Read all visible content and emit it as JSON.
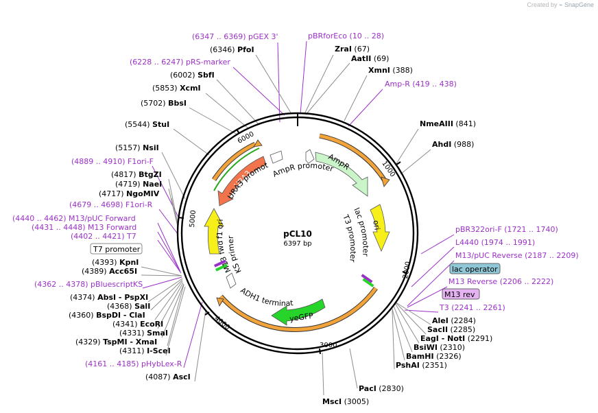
{
  "credit": {
    "prefix": "Created by",
    "brand": "SnapGene"
  },
  "plasmid": {
    "name": "pCL10",
    "length_label": "6397 bp",
    "length": 6397
  },
  "ticks": [
    "1000",
    "2000",
    "3000",
    "4000",
    "5000",
    "6000"
  ],
  "colors": {
    "enzyme": "#000000",
    "primer": "#9b30c8",
    "backbone": "#000000",
    "feature_line": "#8c8c8c",
    "primer_line": "#9b30c8",
    "orange": "#f2a33a",
    "ampr": "#c9f5c9",
    "ori": "#f7ef1a",
    "yegfp": "#27d42a",
    "ura3": "#f2744c",
    "f1ori": "#f7ef1a",
    "lac_operator": "#8fc7d6",
    "m13rev": "#e6b3f2"
  },
  "labels": [
    {
      "id": "pgex3",
      "kind": "primer",
      "text": "(6347 .. 6369)  pGEX 3'"
    },
    {
      "id": "pbrforeco",
      "kind": "primer",
      "text": "pBRforEco      (10 .. 28)"
    },
    {
      "id": "pfoi",
      "kind": "enzyme",
      "pos": "(6346)",
      "name": "PfoI"
    },
    {
      "id": "zrai",
      "kind": "enzyme",
      "pos": "(67)",
      "name": "ZraI"
    },
    {
      "id": "aatii",
      "kind": "enzyme",
      "pos": "(69)",
      "name": "AatII"
    },
    {
      "id": "pers",
      "kind": "primer",
      "text": "(6228 .. 6247)  pRS-marker"
    },
    {
      "id": "xmni",
      "kind": "enzyme",
      "pos": "(388)",
      "name": "XmnI"
    },
    {
      "id": "sbfi",
      "kind": "enzyme",
      "pos": "(6002)",
      "name": "SbfI"
    },
    {
      "id": "ampr_p",
      "kind": "primer",
      "text": "Amp-R     (419 .. 438)"
    },
    {
      "id": "xcmi",
      "kind": "enzyme",
      "pos": "(5853)",
      "name": "XcmI"
    },
    {
      "id": "bbsi",
      "kind": "enzyme",
      "pos": "(5702)",
      "name": "BbsI"
    },
    {
      "id": "nmeaiii",
      "kind": "enzyme",
      "pos": "(841)",
      "name": "NmeAIII"
    },
    {
      "id": "stui",
      "kind": "enzyme",
      "pos": "(5544)",
      "name": "StuI"
    },
    {
      "id": "ahdi",
      "kind": "enzyme",
      "pos": "(988)",
      "name": "AhdI"
    },
    {
      "id": "nsii",
      "kind": "enzyme",
      "pos": "(5157)",
      "name": "NsiI"
    },
    {
      "id": "f1orif",
      "kind": "primer",
      "text": "(4889 .. 4910)  F1ori-F"
    },
    {
      "id": "btgzi",
      "kind": "enzyme",
      "pos": "(4817)",
      "name": "BtgZI"
    },
    {
      "id": "naei",
      "kind": "enzyme",
      "pos": "(4719)",
      "name": "NaeI"
    },
    {
      "id": "ngomiv",
      "kind": "enzyme",
      "pos": "(4717)",
      "name": "NgoMIV"
    },
    {
      "id": "f1orir",
      "kind": "primer",
      "text": "(4679 .. 4698)  F1ori-R"
    },
    {
      "id": "m13puf",
      "kind": "primer",
      "text": "(4440 .. 4462)  M13/pUC Forward"
    },
    {
      "id": "m13f",
      "kind": "primer",
      "text": "(4431 .. 4448)  M13 Forward"
    },
    {
      "id": "t7",
      "kind": "primer",
      "text": "(4402 .. 4421)  T7"
    },
    {
      "id": "kpni",
      "kind": "enzyme",
      "pos": "(4393)",
      "name": "KpnI"
    },
    {
      "id": "acc65i",
      "kind": "enzyme",
      "pos": "(4389)",
      "name": "Acc65I"
    },
    {
      "id": "pblue",
      "kind": "primer",
      "text": "(4362 .. 4378)  pBluescriptKS"
    },
    {
      "id": "absi",
      "kind": "enzyme",
      "pos": "(4374)",
      "name": "AbsI   - PspXI"
    },
    {
      "id": "sali",
      "kind": "enzyme",
      "pos": "(4368)",
      "name": "SalI"
    },
    {
      "id": "bspdi",
      "kind": "enzyme",
      "pos": "(4360)",
      "name": "BspDI  - ClaI"
    },
    {
      "id": "ecori",
      "kind": "enzyme",
      "pos": "(4341)",
      "name": "EcoRI"
    },
    {
      "id": "smai",
      "kind": "enzyme",
      "pos": "(4331)",
      "name": "SmaI"
    },
    {
      "id": "tspmi",
      "kind": "enzyme",
      "pos": "(4329)",
      "name": "TspMI   - XmaI"
    },
    {
      "id": "iscei",
      "kind": "enzyme",
      "pos": "(4311)",
      "name": "I-SceI"
    },
    {
      "id": "phyblex",
      "kind": "primer",
      "text": "(4161 .. 4185)  pHybLex-R"
    },
    {
      "id": "asci",
      "kind": "enzyme",
      "pos": "(4087)",
      "name": "AscI"
    },
    {
      "id": "pbr322",
      "kind": "primer",
      "text": "pBR322ori-F     (1721 .. 1740)"
    },
    {
      "id": "l4440",
      "kind": "primer",
      "text": "L4440     (1974 .. 1991)"
    },
    {
      "id": "m13pur",
      "kind": "primer",
      "text": "M13/pUC Reverse     (2187 .. 2209)"
    },
    {
      "id": "m13r",
      "kind": "primer",
      "text": "M13 Reverse     (2206 .. 2222)"
    },
    {
      "id": "t3",
      "kind": "primer",
      "text": "T3     (2241 .. 2261)"
    },
    {
      "id": "alei",
      "kind": "enzyme",
      "pos": "(2284)",
      "name": "AleI"
    },
    {
      "id": "sacii",
      "kind": "enzyme",
      "pos": "(2285)",
      "name": "SacII"
    },
    {
      "id": "eagi",
      "kind": "enzyme",
      "pos": "(2291)",
      "name": "EagI   - NotI"
    },
    {
      "id": "bsiwi",
      "kind": "enzyme",
      "pos": "(2310)",
      "name": "BsiWI"
    },
    {
      "id": "bamhi",
      "kind": "enzyme",
      "pos": "(2326)",
      "name": "BamHI"
    },
    {
      "id": "pshai",
      "kind": "enzyme",
      "pos": "(2351)",
      "name": "PshAI"
    },
    {
      "id": "paci",
      "kind": "enzyme",
      "pos": "(2830)",
      "name": "PacI"
    },
    {
      "id": "msci",
      "kind": "enzyme",
      "pos": "(3005)",
      "name": "MscI"
    }
  ],
  "boxed": {
    "t7_promoter": "T7 promoter",
    "lac_operator": "lac operator",
    "m13_rev": "M13 rev"
  },
  "features": {
    "ampr": "AmpR",
    "ampr_promoter": "AmpR promoter",
    "ori": "ori",
    "lac_promoter": "lac promoter",
    "t3_promoter": "T3 promoter",
    "yegfp": "yeGFP",
    "adh1": "ADH1 terminator",
    "m13fwd": "M13 fwd",
    "ks_primer": "KS primer",
    "f1ori": "f1 ori",
    "ura3": "URA3",
    "ura3_promoter": "URA3 promoter"
  }
}
